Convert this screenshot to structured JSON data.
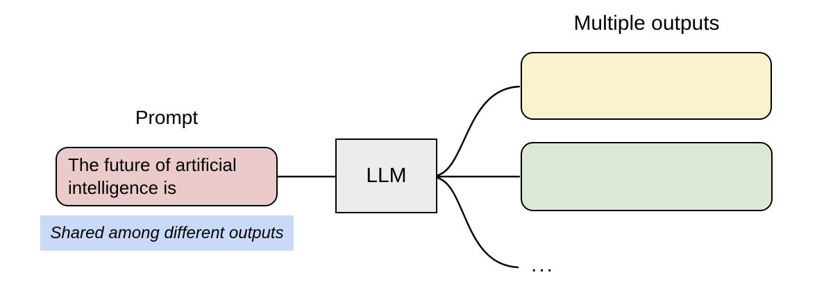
{
  "labels": {
    "multiple_outputs": "Multiple outputs",
    "prompt": "Prompt",
    "llm": "LLM",
    "more_outputs": "..."
  },
  "prompt_box": {
    "text": "The future of artificial intelligence is"
  },
  "note": {
    "text": "Shared among different outputs"
  },
  "colors": {
    "stroke": "#000000",
    "prompt_fill": "#eacaca",
    "llm_fill": "#ececec",
    "output_top_fill": "#fbf1cd",
    "output_middle_fill": "#dce8d3",
    "note_highlight": "#c9daf8"
  }
}
